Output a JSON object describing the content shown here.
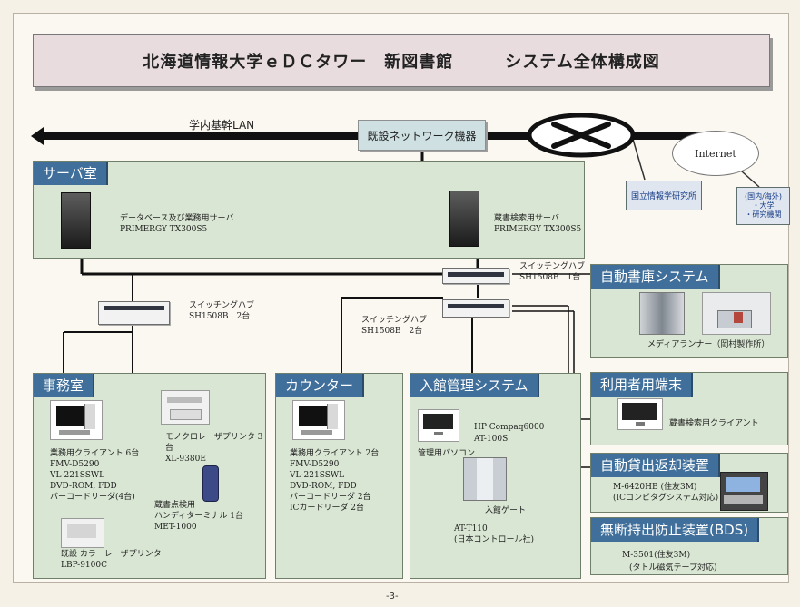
{
  "title": "北海道情報大学ｅＤＣタワー　新図書館　　　システム全体構成図",
  "network": {
    "lan_label": "学内基幹LAN",
    "core_label": "既設ネットワーク機器",
    "internet_label": "Internet",
    "nii_label": "国立情報学研究所",
    "domestic_label": "(国内/海外)\n・大学\n・研究機関"
  },
  "server_room": {
    "title": "サーバ室",
    "server1_label": "データベース及び業務用サーバ\nPRIMERGY TX300S5",
    "server2_label": "蔵書検索用サーバ\nPRIMERGY TX300S5"
  },
  "switches": {
    "sw_top": "スイッチングハブ\nSH1508B　1台",
    "sw_left": "スイッチングハブ\nSH1508B　2台",
    "sw_mid": "スイッチングハブ\nSH1508B　2台"
  },
  "auto_storage": {
    "title": "自動書庫システム",
    "caption": "メディアランナー（岡村製作所）"
  },
  "user_terminal": {
    "title": "利用者用端末",
    "caption": "蔵書検索用クライアント"
  },
  "auto_lending": {
    "title": "自動貸出返却装置",
    "caption": "M-6420HB (住友3M)\n(ICコンピタグシステム対応)"
  },
  "bds": {
    "title": "無断持出防止装置(BDS)",
    "caption1": "M-3501(住友3M)",
    "caption2": "(タトル磁気テープ対応)"
  },
  "office": {
    "title": "事務室",
    "pc_label": "業務用クライアント 6台\nFMV-D5290\nVL-221SSWL\nDVD-ROM, FDD\nバーコードリーダ(4台)",
    "mono_printer": "モノクロレーザプリンタ 3台\nXL-9380E",
    "handy": "蔵書点検用\nハンディターミナル 1台\nMET-1000",
    "color_printer": "既設 カラーレーザプリンタ\nLBP-9100C"
  },
  "counter": {
    "title": "カウンター",
    "pc_label": "業務用クライアント 2台\nFMV-D5290\nVL-221SSWL\nDVD-ROM, FDD\nバーコードリーダ 2台\nICカードリーダ 2台"
  },
  "entry": {
    "title": "入館管理システム",
    "pc_brand": "HP Compaq6000",
    "pc_model": "AT-100S",
    "pc_caption": "管理用パソコン",
    "gate_caption": "入館ゲート",
    "gate_model": "AT-T110\n(日本コントロール社)"
  },
  "page_number": "-3-"
}
